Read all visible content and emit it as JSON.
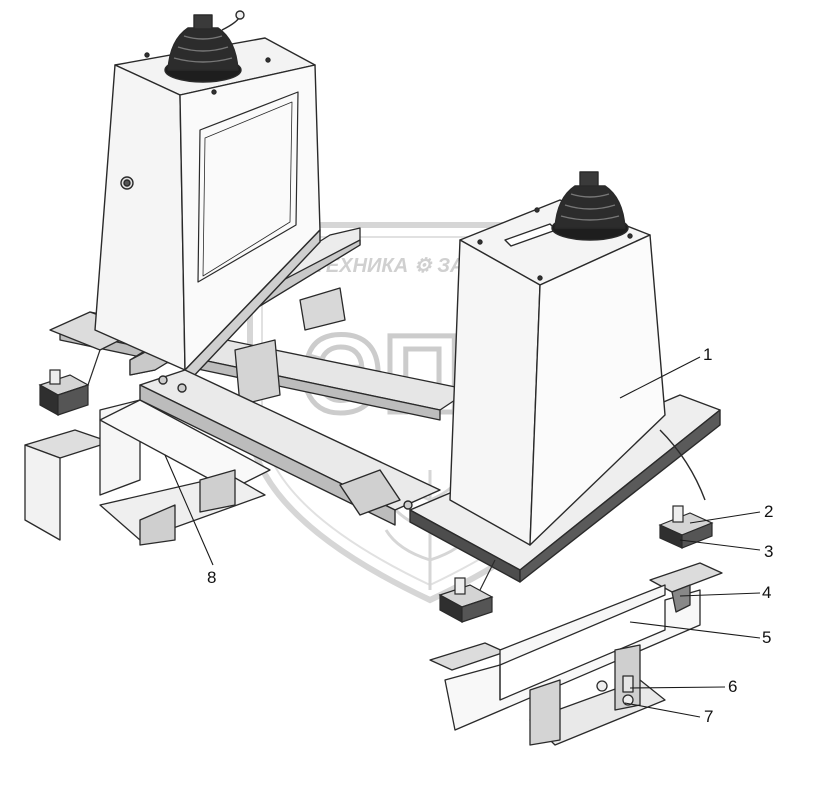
{
  "watermark": {
    "text_top": "ТЕХНИКА ⚙ ЗАПЧАСТИ",
    "letters": "ЭПФ"
  },
  "callouts": [
    "1",
    "2",
    "3",
    "4",
    "5",
    "6",
    "7",
    "8"
  ],
  "colors": {
    "line": "#2a2a2a",
    "panel": "#f4f4f4",
    "shade": "#d6d6d6",
    "dark": "#5a5a5a",
    "watermark": "#c8c8c8"
  }
}
